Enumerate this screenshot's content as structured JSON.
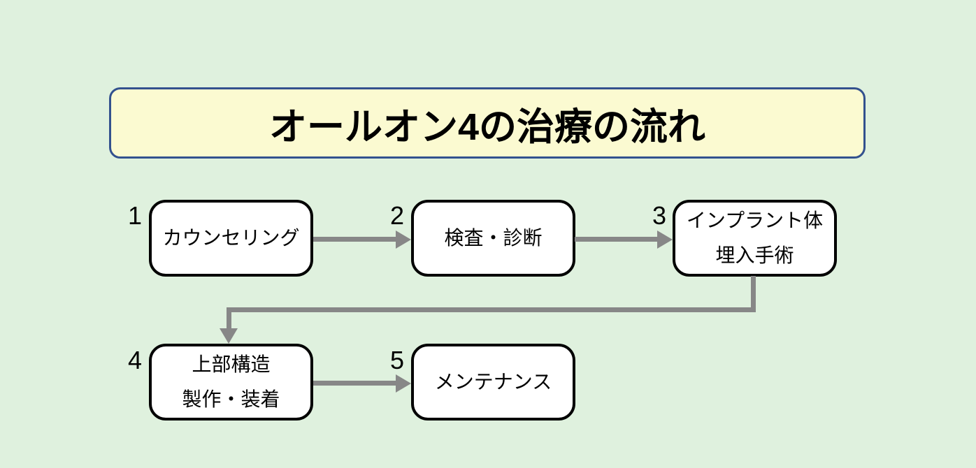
{
  "title": "オールオン4の治療の流れ",
  "steps": [
    {
      "num": "1",
      "lines": [
        "カウンセリング"
      ]
    },
    {
      "num": "2",
      "lines": [
        "検査・診断"
      ]
    },
    {
      "num": "3",
      "lines": [
        "インプラント体",
        "埋入手術"
      ]
    },
    {
      "num": "4",
      "lines": [
        "上部構造",
        "製作・装着"
      ]
    },
    {
      "num": "5",
      "lines": [
        "メンテナンス"
      ]
    }
  ],
  "colors": {
    "canvas-bg": "#dff1de",
    "title-bg": "#fbfad1",
    "title-border": "#33518e",
    "node-bg": "#ffffff",
    "node-border": "#000000",
    "arrow": "#878787",
    "text": "#000000"
  }
}
